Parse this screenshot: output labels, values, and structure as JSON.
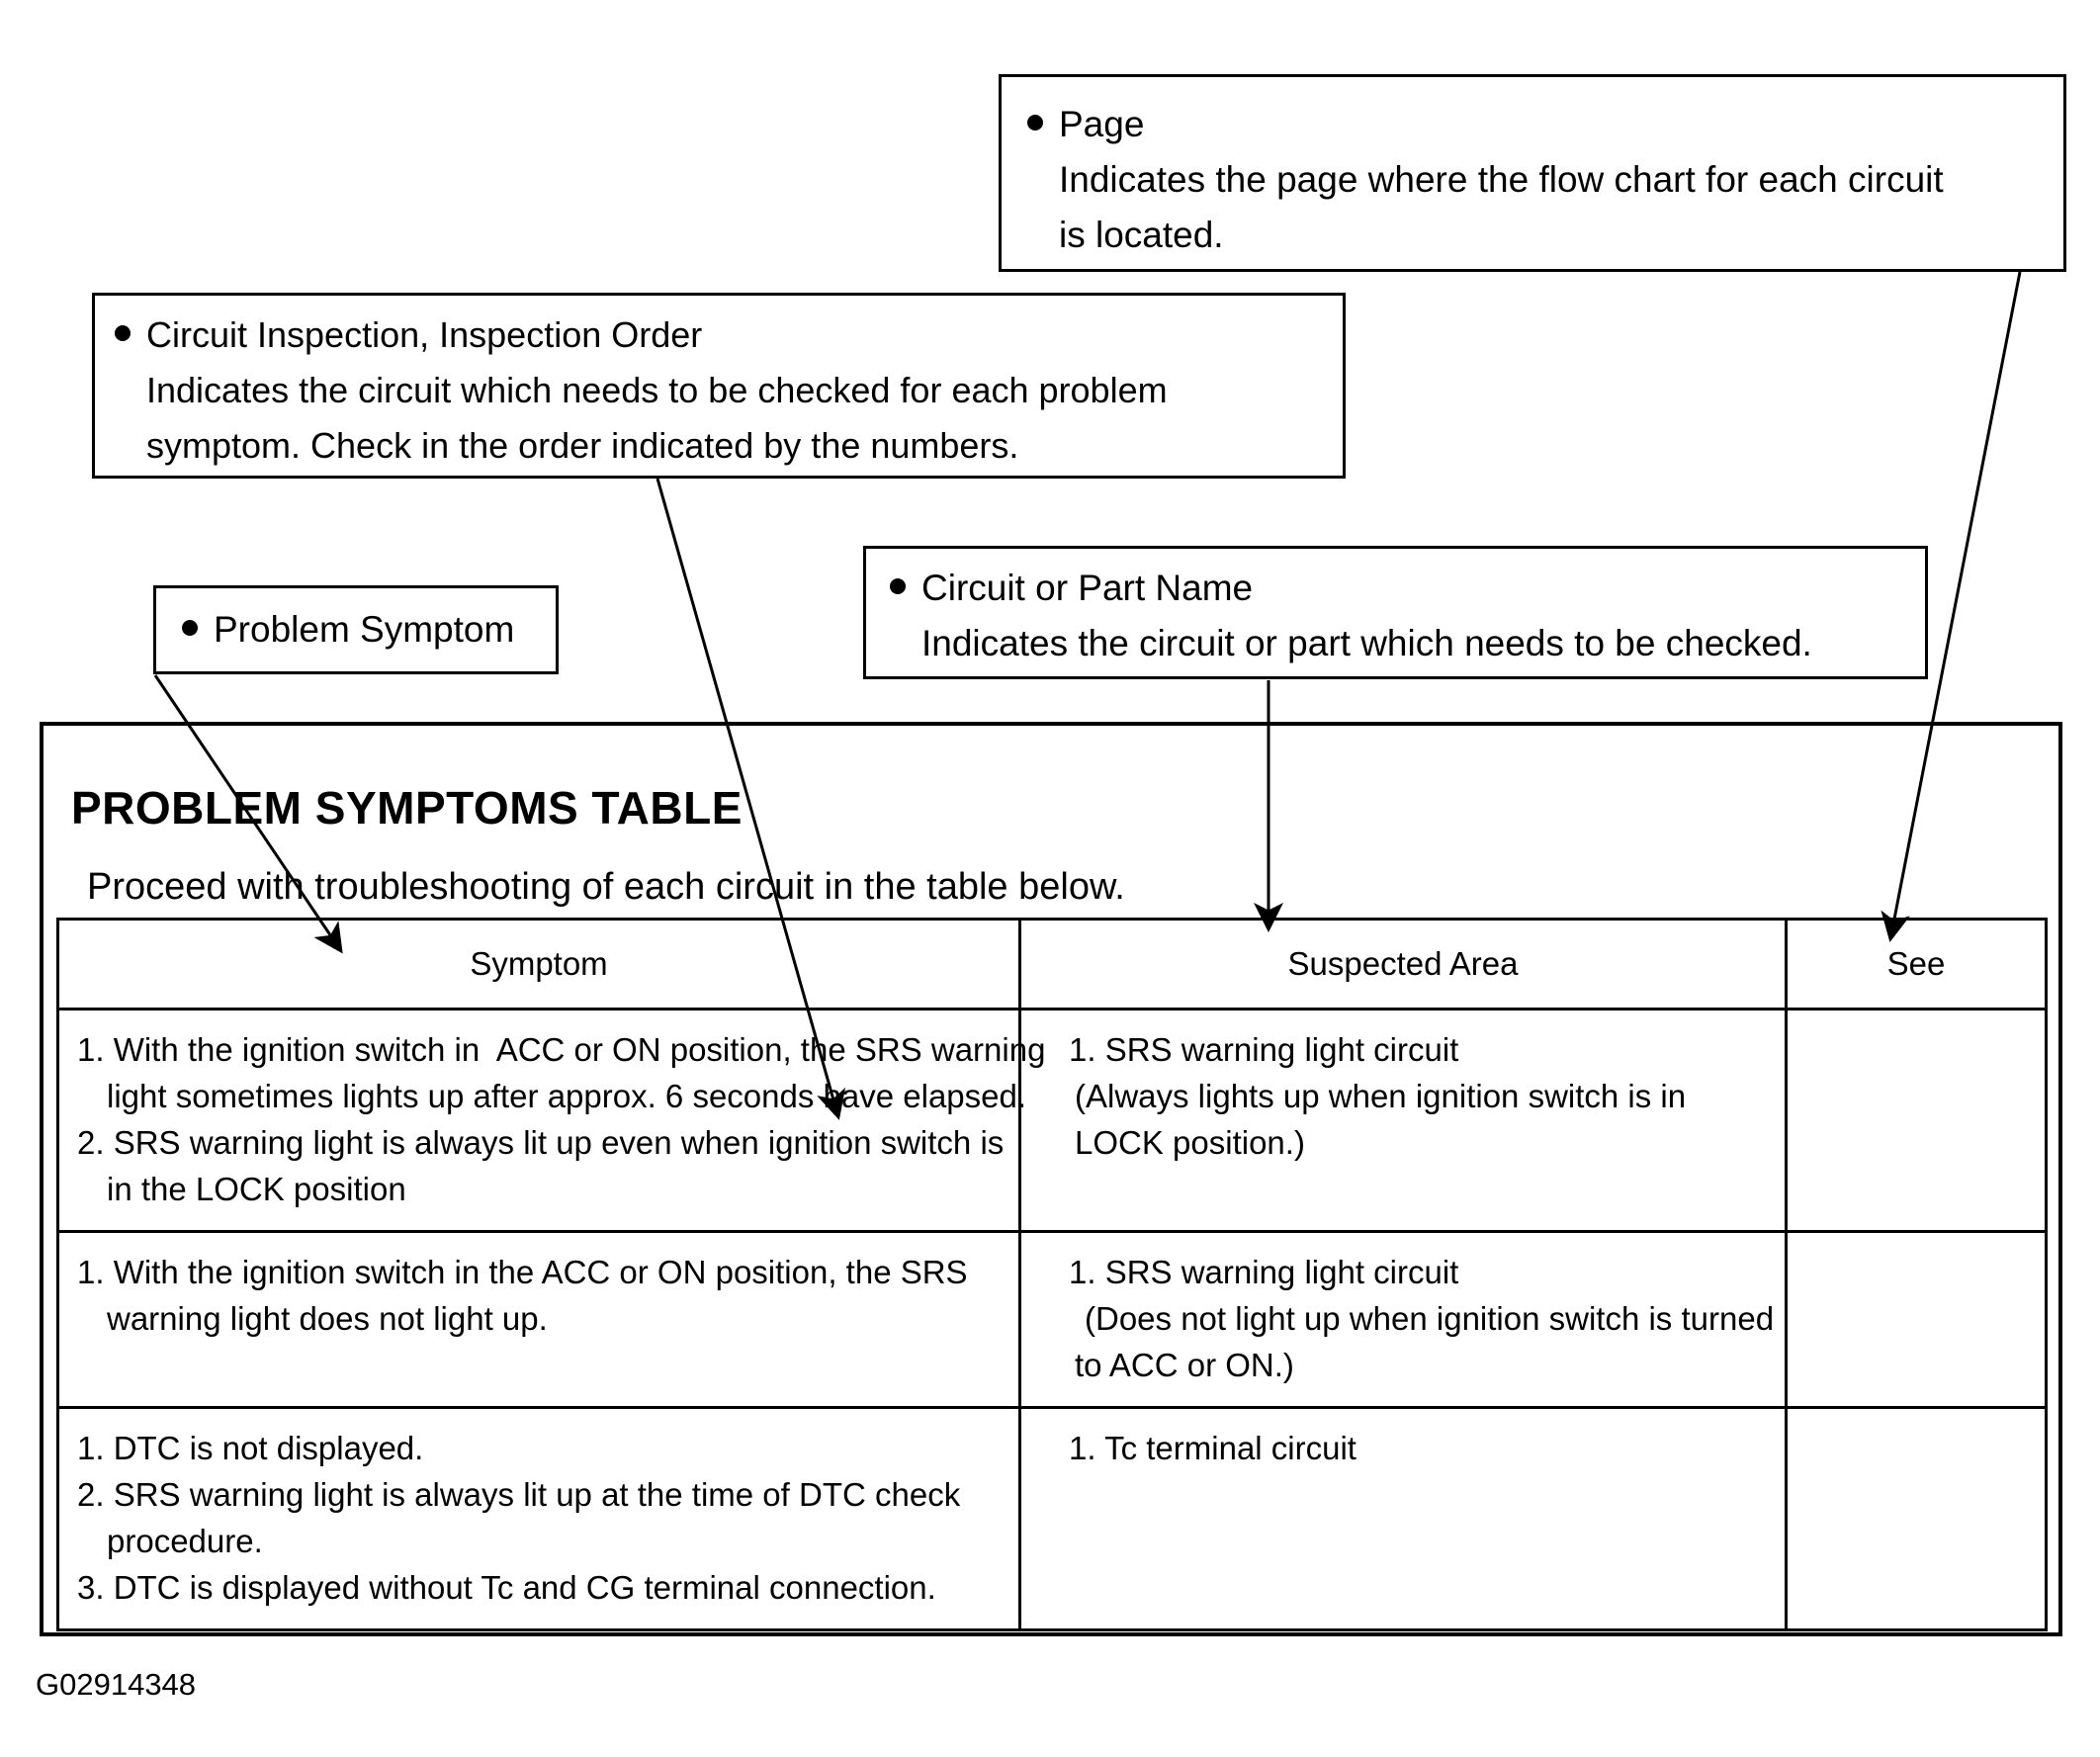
{
  "callouts": {
    "page": {
      "title": "Page",
      "line1": "Indicates the page where the flow chart for each circuit",
      "line2": "is located."
    },
    "inspection": {
      "title": "Circuit Inspection, Inspection Order",
      "line1": "Indicates the circuit which needs to be checked for each problem",
      "line2": "symptom. Check in the order indicated by the numbers."
    },
    "problem_symptom": {
      "title": "Problem Symptom"
    },
    "part_name": {
      "title": "Circuit or Part Name",
      "line1": "Indicates the circuit or part which needs to be checked."
    }
  },
  "section": {
    "title": "PROBLEM SYMPTOMS TABLE",
    "subtitle": "Proceed with troubleshooting of each circuit in the table below."
  },
  "table": {
    "headers": {
      "symptom": "Symptom",
      "suspected_area": "Suspected Area",
      "see": "See"
    },
    "rows": [
      {
        "symptom_lines": [
          "1. With the ignition switch in  ACC or ON position, the SRS warning",
          "light sometimes lights up after approx. 6 seconds have elapsed.",
          "2. SRS warning light is always lit up even when ignition switch is",
          "in the LOCK position"
        ],
        "area_lines": [
          "1. SRS warning light circuit",
          "(Always lights up when ignition switch is in",
          "LOCK position.)"
        ],
        "see": ""
      },
      {
        "symptom_lines": [
          "1. With the ignition switch in the ACC or ON position, the SRS",
          "warning light does not light up."
        ],
        "area_lines": [
          "1. SRS warning light circuit",
          "(Does not light up when ignition switch is turned",
          "to ACC or ON.)"
        ],
        "see": ""
      },
      {
        "symptom_lines": [
          "1. DTC is not displayed.",
          "2. SRS warning light is always lit up at the time of DTC check",
          "procedure.",
          "3. DTC is displayed without Tc and CG terminal connection."
        ],
        "area_lines": [
          "1. Tc terminal circuit"
        ],
        "see": ""
      }
    ]
  },
  "figure_id": "G02914348"
}
